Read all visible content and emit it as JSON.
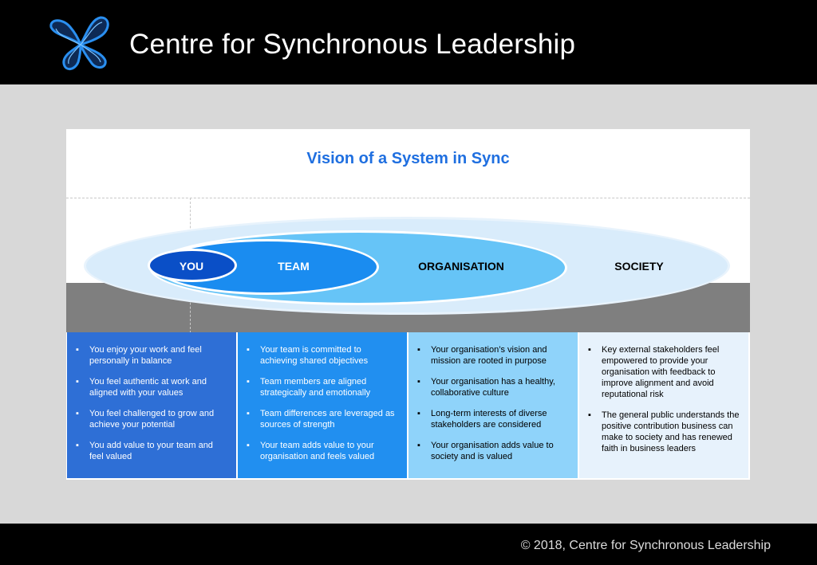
{
  "header": {
    "logo_icon": "butterfly-logo-icon",
    "title": "Centre for Synchronous Leadership"
  },
  "diagram": {
    "title": "Vision of a System in Sync",
    "levels": {
      "you": "YOU",
      "team": "TEAM",
      "organisation": "ORGANISATION",
      "society": "SOCIETY"
    },
    "colors": {
      "you": "#0a4fc7",
      "team": "#1a8cf0",
      "organisation": "#66c4f7",
      "society": "#d9ecfb",
      "title": "#1f6fe0"
    }
  },
  "columns": {
    "you": [
      "You enjoy your work and feel personally in balance",
      "You feel authentic at work and aligned with your values",
      "You feel challenged to grow and achieve your potential",
      "You add value to your team and feel valued"
    ],
    "team": [
      "Your team is committed to achieving shared objectives",
      "Team members are aligned strategically and emotionally",
      "Team differences are leveraged as sources of strength",
      "Your team adds value to your organisation and feels valued"
    ],
    "organisation": [
      "Your organisation’s vision and mission are rooted in purpose",
      "Your organisation has a healthy, collaborative culture",
      "Long-term interests of diverse stakeholders are considered",
      "Your organisation adds value to society and is valued"
    ],
    "society": [
      "Key external stakeholders feel empowered to provide your organisation with feedback to improve alignment and avoid reputational risk",
      "The general public understands the positive contribution business can make to society and has renewed faith in business leaders"
    ]
  },
  "footer": {
    "copyright": "© 2018, Centre for Synchronous Leadership"
  }
}
